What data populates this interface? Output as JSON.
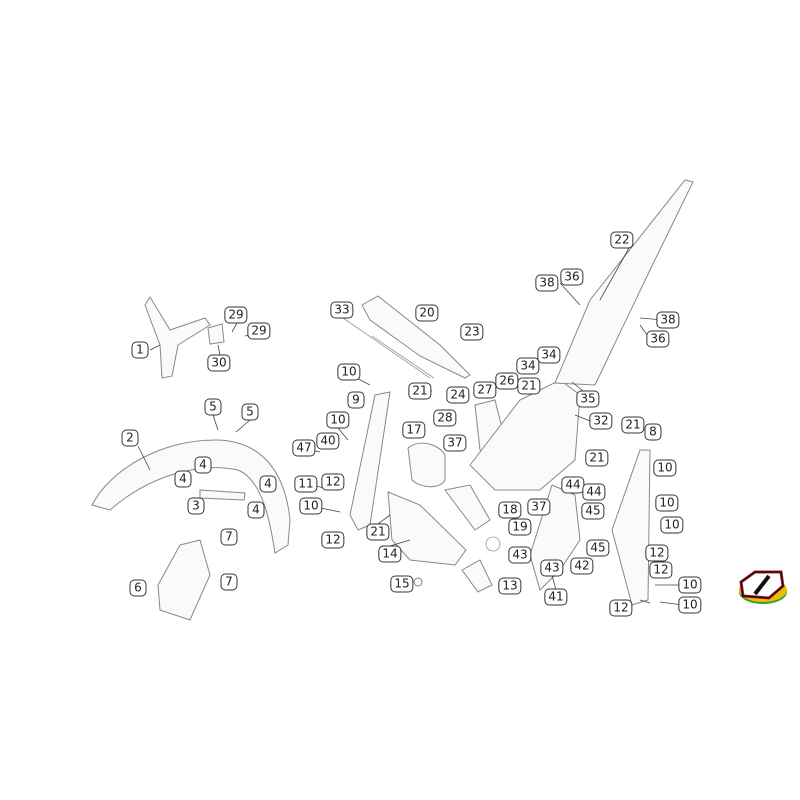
{
  "diagram": {
    "type": "exploded-parts-diagram",
    "callouts": [
      "1",
      "29",
      "29",
      "30",
      "5",
      "5",
      "2",
      "4",
      "4",
      "4",
      "3",
      "4",
      "7",
      "7",
      "6",
      "33",
      "20",
      "23",
      "10",
      "9",
      "21",
      "10",
      "40",
      "47",
      "11",
      "12",
      "10",
      "12",
      "21",
      "14",
      "15",
      "17",
      "24",
      "27",
      "26",
      "28",
      "37",
      "18",
      "19",
      "43",
      "13",
      "22",
      "38",
      "36",
      "38",
      "36",
      "34",
      "34",
      "21",
      "35",
      "32",
      "21",
      "8",
      "21",
      "10",
      "44",
      "44",
      "37",
      "10",
      "45",
      "10",
      "45",
      "12",
      "43",
      "42",
      "12",
      "10",
      "41",
      "12",
      "10"
    ],
    "colors": {
      "line": "#888888",
      "label_border": "#333333",
      "logo_red": "#d0202a",
      "logo_yellow": "#e8c000",
      "logo_green": "#3a9a3a"
    }
  }
}
